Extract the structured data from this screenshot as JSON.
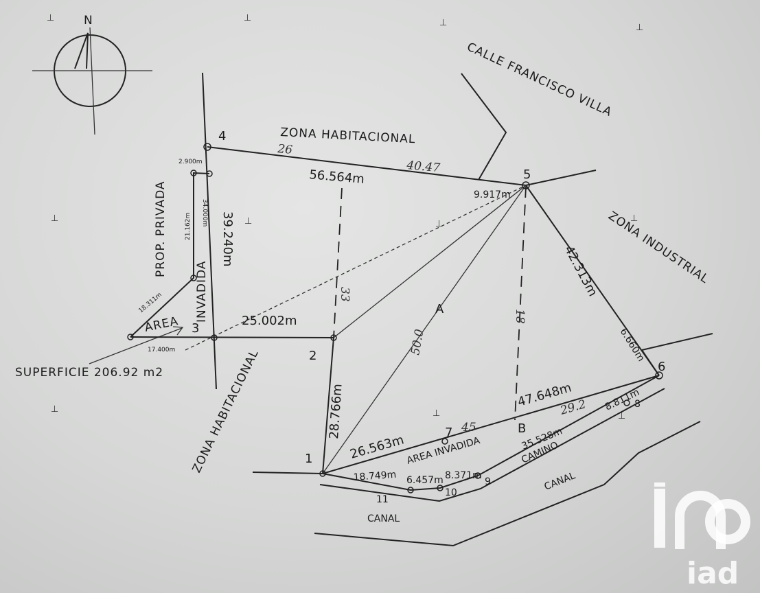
{
  "compass": {
    "north": "N"
  },
  "zones": {
    "street": "CALLE FRANCISCO VILLA",
    "habitacional_top": "ZONA HABITACIONAL",
    "industrial": "ZONA INDUSTRIAL",
    "habitacional_left": "ZONA HABITACIONAL",
    "privada": "PROP. PRIVADA",
    "invadida_v": "INVADIDA",
    "area": "AREA",
    "superficie": "SUPERFICIE 206.92 m2",
    "area_invadida": "AREA INVADIDA",
    "camino": "CAMINO",
    "canal_bottom": "CANAL",
    "canal_right": "CANAL"
  },
  "vertices": {
    "p1": "1",
    "p2": "2",
    "p3": "3",
    "p4": "4",
    "p5": "5",
    "p6": "6",
    "p7": "7",
    "p8": "8",
    "p9": "9",
    "p10": "10",
    "p11": "11",
    "a": "A",
    "b": "B"
  },
  "measurements": {
    "m_56_564": "56.564m",
    "m_9_917": "9.917m",
    "m_42_313": "42.313m",
    "m_6_660": "6.660m",
    "m_39_240": "39.240m",
    "m_25_002": "25.002m",
    "m_28_766": "28.766m",
    "m_47_648": "47.648m",
    "m_26_563": "26.563m",
    "m_18_749": "18.749m",
    "m_6_457": "6.457m",
    "m_8_371": "8.371m",
    "m_35_528": "35.528m",
    "m_8_811": "8.811m",
    "m_2_900": "2.900m",
    "m_21_162": "21.162m",
    "m_34_000": "34.000m",
    "m_18_311": "18.311m",
    "m_17_400": "17.400m"
  },
  "handwritten": {
    "h_40_47": "40.47",
    "h_26": "26",
    "h_45": "45",
    "h_29": "29.2",
    "h_33": "33",
    "h_50": "50.0",
    "h_18": "18"
  },
  "watermark": {
    "brand": "iad"
  }
}
